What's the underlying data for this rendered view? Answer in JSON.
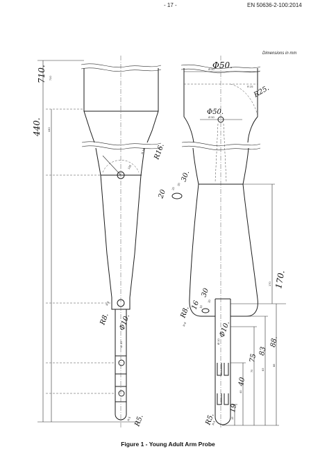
{
  "header": {
    "page": "- 17 -",
    "standard": "EN 50636-2-100:2014"
  },
  "units_note": "Dimensions in mm",
  "caption": "Figure 1 - Young Adult Arm Probe",
  "left_view": {
    "dims_hw": {
      "d710": "710.",
      "d440": "440.",
      "r16": "R16.",
      "r8": "R8.",
      "phi10": "Φ10.",
      "r5": "R5."
    },
    "dims_small": {
      "d710": "710",
      "d440": "440",
      "r16": "R 16",
      "r8": "R 8",
      "phi10": "Ø 10",
      "r5": "R 5",
      "d135": "135"
    }
  },
  "right_view": {
    "dims_hw": {
      "phi50_top": "Φ50.",
      "phi50_mid": "Φ50.",
      "r25": "R25.",
      "d20": "20",
      "d30": "30.",
      "d170": "170.",
      "r8": "R8.",
      "d16": "16",
      "d30b": "30",
      "phi10": "Φ10.",
      "d75": "75",
      "d83": "83",
      "d88": "88.",
      "d40": "40",
      "d19": "19",
      "r5": "R5."
    },
    "dims_small": {
      "phi50_top": "Ø 50",
      "phi50_mid": "Ø 50",
      "r25": "R 25",
      "d20": "20",
      "d30": "30",
      "d170": "170",
      "r8": "R 8",
      "d16": "16",
      "d30b": "30",
      "phi10": "Ø 10",
      "d75": "75",
      "d83": "83",
      "d88": "88",
      "d40": "40",
      "d19": "19",
      "r5": "R 5"
    }
  }
}
